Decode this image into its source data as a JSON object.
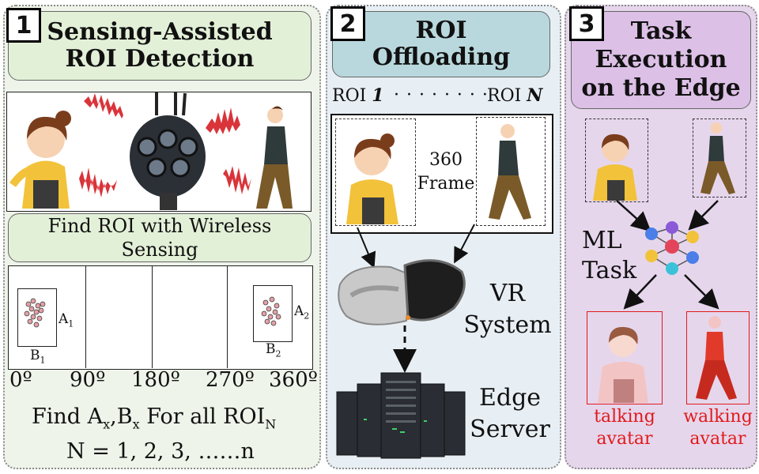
{
  "panel1": {
    "number": "1",
    "title": "Sensing-Assisted\nROI Detection",
    "find_roi_label": "Find ROI with Wireless\nSensing",
    "axis_ticks": [
      "0º",
      "90º",
      "180º",
      "270º",
      "360º"
    ],
    "box1": {
      "a_label": "A",
      "a_sub": "1",
      "b_label": "B",
      "b_sub": "1"
    },
    "box2": {
      "a_label": "A",
      "a_sub": "2",
      "b_label": "B",
      "b_sub": "2"
    },
    "formula_line1": {
      "find": "Find A",
      "x1": "x",
      "comma": ",B",
      "x2": "x",
      "rest": " For all ROI",
      "n": "N"
    },
    "formula_line2": "N = 1, 2, 3, ……n"
  },
  "panel2": {
    "number": "2",
    "title": "ROI\nOffloading",
    "roi_left": "ROI ",
    "roi_left_num": "1",
    "roi_dots": "· · · · · · · ·",
    "roi_right": "ROI ",
    "roi_right_num": "N",
    "frame_label": "360\nFrame",
    "vr_label": "VR\nSystem",
    "edge_label": "Edge\nServer"
  },
  "panel3": {
    "number": "3",
    "title": "Task\nExecution\non the Edge",
    "ml_label": "ML\nTask",
    "talking_label": "talking\navatar",
    "walking_label": "walking\navatar"
  },
  "colors": {
    "red": "#e01a1a",
    "green_box": "#e3f0d8",
    "blue_box": "#b9d8de",
    "purple_box": "#dcc0e6",
    "signal": "#d9343a"
  }
}
